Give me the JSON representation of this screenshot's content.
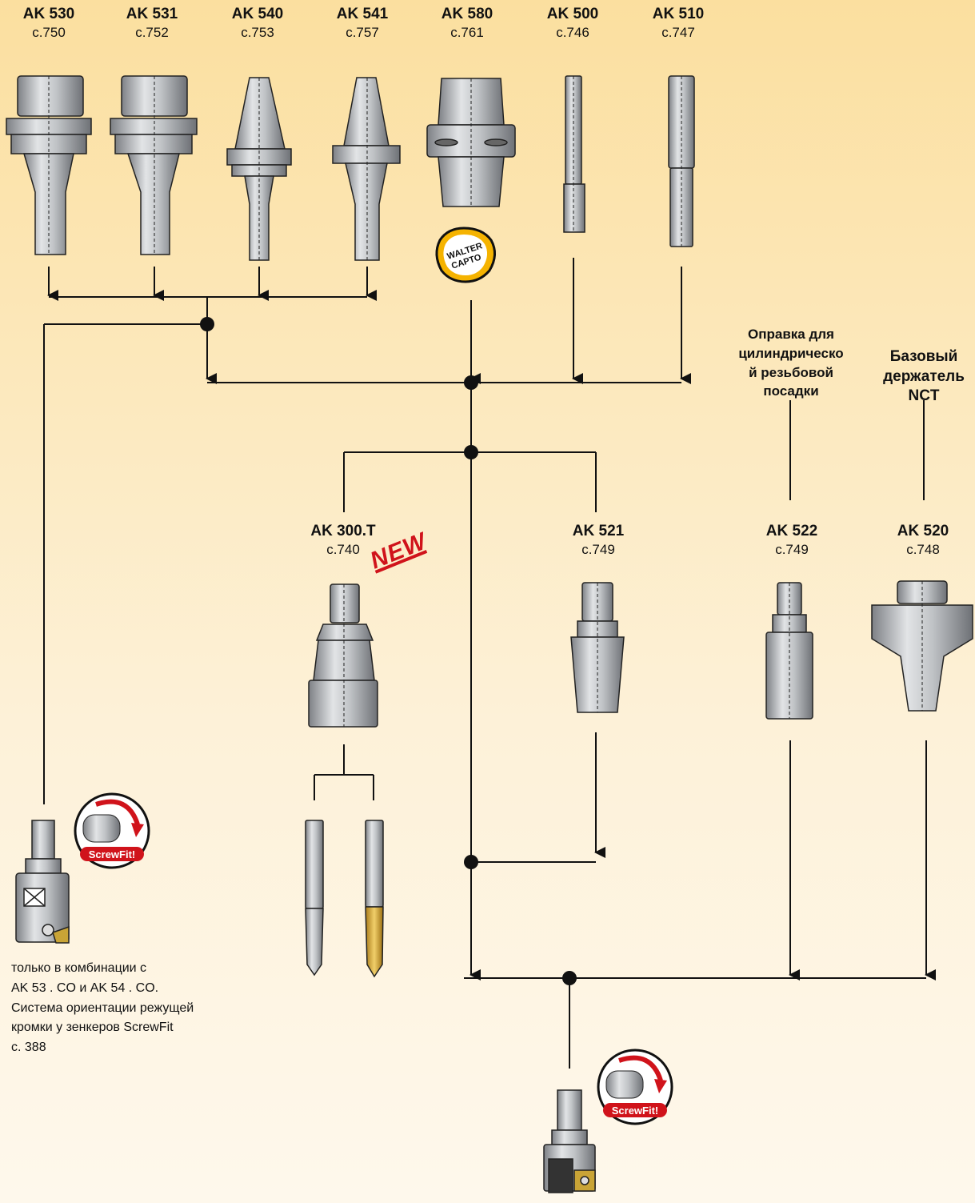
{
  "top_tools": [
    {
      "code": "AK 530",
      "page": "с.750"
    },
    {
      "code": "AK 531",
      "page": "с.752"
    },
    {
      "code": "AK 540",
      "page": "с.753"
    },
    {
      "code": "AK 541",
      "page": "с.757"
    },
    {
      "code": "AK 580",
      "page": "с.761"
    },
    {
      "code": "AK 500",
      "page": "с.746"
    },
    {
      "code": "AK 510",
      "page": "с.747"
    }
  ],
  "mid_tools": [
    {
      "code": "AK 300.T",
      "page": "с.740"
    },
    {
      "code": "AK 521",
      "page": "с.749"
    },
    {
      "code": "AK 522",
      "page": "с.749"
    },
    {
      "code": "AK 520",
      "page": "с.748"
    }
  ],
  "notes": {
    "threaded_mount": [
      "Оправка для",
      "цилиндрическо",
      "й резьбовой",
      "посадки"
    ],
    "base_holder": [
      "Базовый",
      "держатель",
      "NCT"
    ]
  },
  "badges": {
    "new": "NEW",
    "capto_line1": "WALTER",
    "capto_line2": "CAPTO",
    "screwfit": "ScrewFit!"
  },
  "footnote": [
    "только в комбинации с",
    "AK 53 . CO и AK 54 . CO.",
    "Система ориентации режущей",
    "кромки у зенкеров ScrewFit",
    "с. 388"
  ],
  "colors": {
    "line": "#111111",
    "tool_metal": "#b9bcc0",
    "tool_dark": "#8a8d92",
    "badge_red": "#d0131b",
    "capto_yellow": "#f5b300"
  }
}
